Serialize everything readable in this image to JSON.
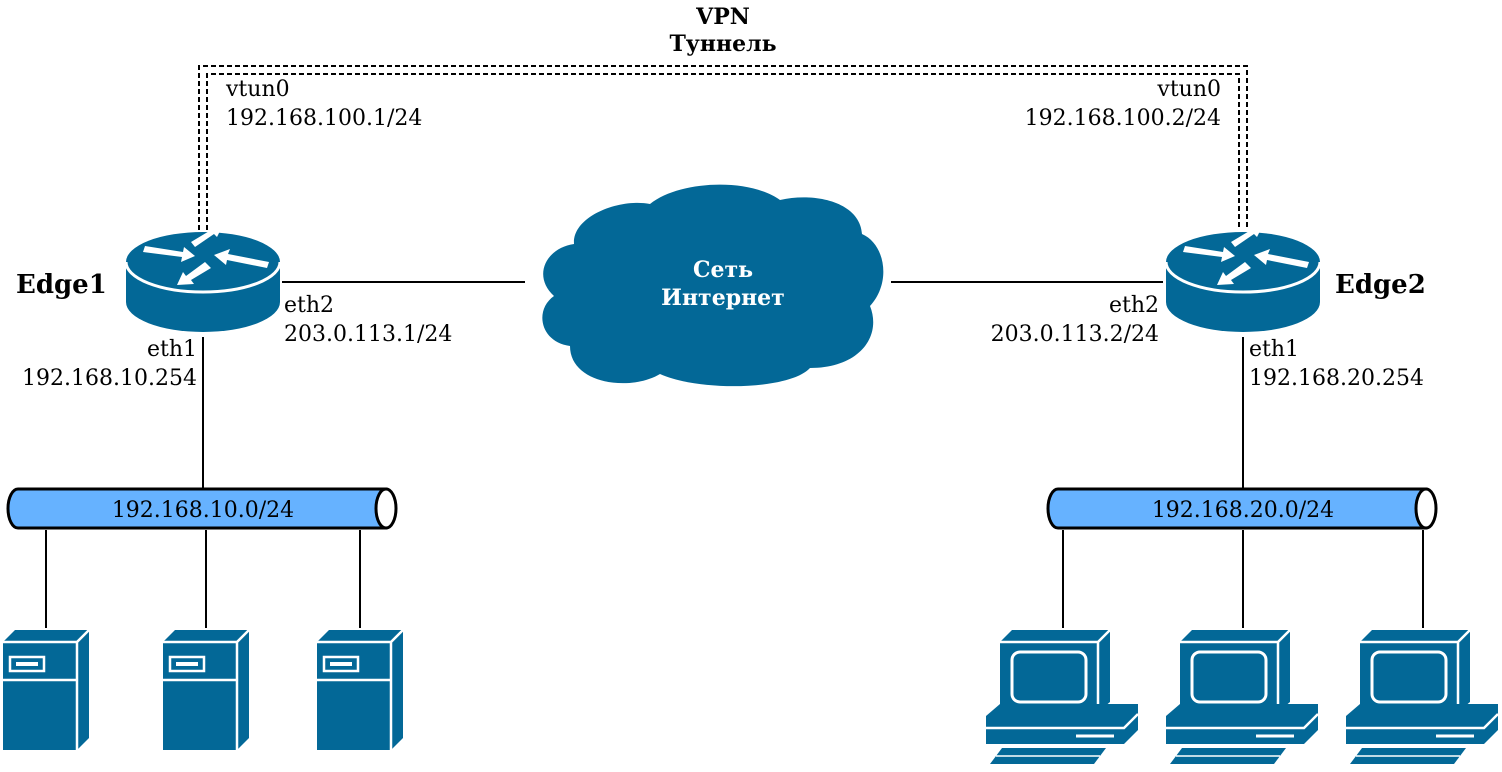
{
  "vpn": {
    "line1": "VPN",
    "line2": "Туннель"
  },
  "cloud": {
    "line1": "Сеть",
    "line2": "Интернет"
  },
  "edge1": {
    "name": "Edge1",
    "vtun_if": "vtun0",
    "vtun_ip": "192.168.100.1/24",
    "wan_if": "eth2",
    "wan_ip": "203.0.113.1/24",
    "lan_if": "eth1",
    "lan_ip": "192.168.10.254",
    "subnet": "192.168.10.0/24",
    "host_type": "server",
    "host_count": 3
  },
  "edge2": {
    "name": "Edge2",
    "vtun_if": "vtun0",
    "vtun_ip": "192.168.100.2/24",
    "wan_if": "eth2",
    "wan_ip": "203.0.113.2/24",
    "lan_if": "eth1",
    "lan_ip": "192.168.20.254",
    "subnet": "192.168.20.0/24",
    "host_type": "workstation",
    "host_count": 3
  },
  "colors": {
    "device": "#036897",
    "bus": "#66b2ff",
    "line": "#000000",
    "background": "#ffffff"
  },
  "icons": [
    "router-icon",
    "cloud-icon",
    "server-icon",
    "workstation-icon"
  ]
}
